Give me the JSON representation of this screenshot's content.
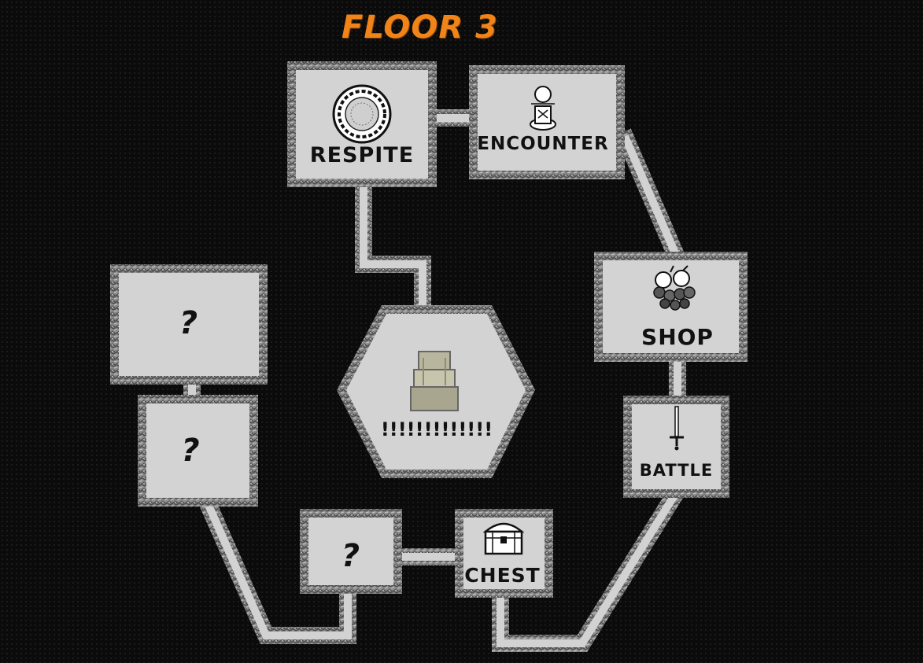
{
  "floor_title": "FLOOR 3",
  "rooms": {
    "respite": {
      "label": "RESPITE",
      "icon": "fountain-icon"
    },
    "encounter": {
      "label": "ENCOUNTER",
      "icon": "statue-icon"
    },
    "shop": {
      "label": "SHOP",
      "icon": "fruit-icon"
    },
    "battle": {
      "label": "BATTLE",
      "icon": "sword-icon"
    },
    "chest": {
      "label": "CHEST",
      "icon": "chest-icon"
    },
    "boss": {
      "label": "!!!!!!!!!!!!!",
      "icon": "throne-icon"
    },
    "unknown_top": {
      "label": "?"
    },
    "unknown_mid": {
      "label": "?"
    },
    "unknown_bottom": {
      "label": "?"
    }
  },
  "colors": {
    "title": "#f08418",
    "room_fill": "#d3d3d3",
    "room_border": "#888888",
    "background": "#0b0b0b"
  }
}
